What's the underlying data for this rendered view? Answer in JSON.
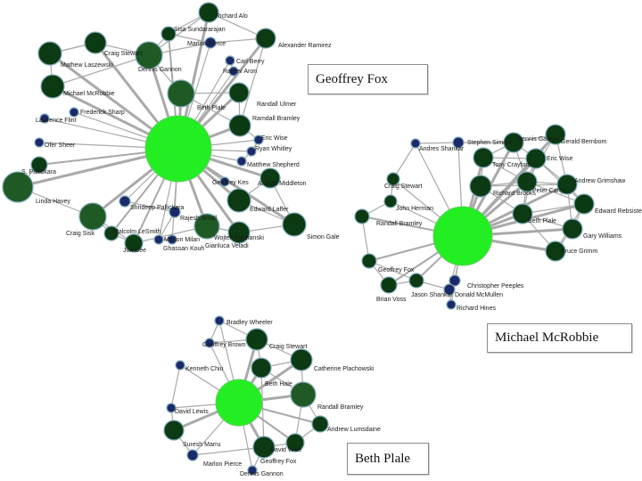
{
  "captions": {
    "fox": "Geoffrey Fox",
    "mcrobbie": "Michael McRobbie",
    "plale": "Beth Plale"
  },
  "colors": {
    "center": "#22ee22",
    "node": "#0c3a12",
    "node_mid": "#1f5a24",
    "node_small": "#1a2a6a",
    "edge": "#a9a9a9",
    "stroke": "#7fa8b8"
  },
  "networks": [
    {
      "id": "fox",
      "center_label": "Geoffrey Fox",
      "nodes": [
        {
          "label": "Richard Alo"
        },
        {
          "label": "Sisa Sundararajan"
        },
        {
          "label": "Marlon Pierce"
        },
        {
          "label": "Alexander Ramirez"
        },
        {
          "label": "Craig Stewart"
        },
        {
          "label": "Dennis Gannon"
        },
        {
          "label": "Carl Berry"
        },
        {
          "label": "Mathew Laszewski"
        },
        {
          "label": "Michael McRobbie"
        },
        {
          "label": "Frederick Sharp"
        },
        {
          "label": "Rajeev Aron"
        },
        {
          "label": "Beth Plale"
        },
        {
          "label": "Randall Ulmer"
        },
        {
          "label": "Ramdall Bramley"
        },
        {
          "label": "Eric Wise"
        },
        {
          "label": "Ryan Whitley"
        },
        {
          "label": "Matthew Shepherd"
        },
        {
          "label": "Ofer Sheer"
        },
        {
          "label": "S. Pallickara"
        },
        {
          "label": "Geoffrey Kes"
        },
        {
          "label": "A. Alan Middleton"
        },
        {
          "label": "Linda Havey"
        },
        {
          "label": "Shrideep Pallickara"
        },
        {
          "label": "Edward Laffer"
        },
        {
          "label": "Craig Sisk"
        },
        {
          "label": "Rajesh Small"
        },
        {
          "label": "Malcolm LeSmith"
        },
        {
          "label": "Wojtek Furmanski"
        },
        {
          "label": "Simon Gale"
        },
        {
          "label": "Jon Dee"
        },
        {
          "label": "Marlon Milan"
        },
        {
          "label": "Gianluca Veladi"
        },
        {
          "label": "Ghassan Kouh"
        },
        {
          "label": "Lawrence Flint"
        }
      ]
    },
    {
      "id": "mcrobbie",
      "center_label": "Michael McRobbie",
      "nodes": [
        {
          "label": "Stephen Simms"
        },
        {
          "label": "Andres Shankar"
        },
        {
          "label": "Dennis Gannon"
        },
        {
          "label": "Gerald Bernbom"
        },
        {
          "label": "Tony Crayford"
        },
        {
          "label": "Craig Stewart"
        },
        {
          "label": "Eric Wise"
        },
        {
          "label": "Richard Brooks"
        },
        {
          "label": "Peter Carty"
        },
        {
          "label": "Andrew Grimshaw"
        },
        {
          "label": "John Herman"
        },
        {
          "label": "Edward Rebsister"
        },
        {
          "label": "Randall Bramley"
        },
        {
          "label": "Beth Plale"
        },
        {
          "label": "Gary Williams"
        },
        {
          "label": "Bruce Grimm"
        },
        {
          "label": "Geoffrey Fox"
        },
        {
          "label": "Christopher Peeples"
        },
        {
          "label": "Jason Shankar"
        },
        {
          "label": "Donald McMullen"
        },
        {
          "label": "Brian Voss"
        },
        {
          "label": "Richard Hines"
        }
      ]
    },
    {
      "id": "plale",
      "center_label": "Beth Plale",
      "nodes": [
        {
          "label": "Bradley Wheeler"
        },
        {
          "label": "Geoffrey Brown"
        },
        {
          "label": "Craig Stewart"
        },
        {
          "label": "Kenneth Chiu"
        },
        {
          "label": "Catherine Plachowski"
        },
        {
          "label": "David Lewis"
        },
        {
          "label": "Beth Hale"
        },
        {
          "label": "Randall Bramley"
        },
        {
          "label": "Andrew Lumsdaine"
        },
        {
          "label": "Suresh Marru"
        },
        {
          "label": "David Wise"
        },
        {
          "label": "Geoffrey Fox"
        },
        {
          "label": "Marlon Pierce"
        },
        {
          "label": "Dennis Gannon"
        }
      ]
    }
  ]
}
